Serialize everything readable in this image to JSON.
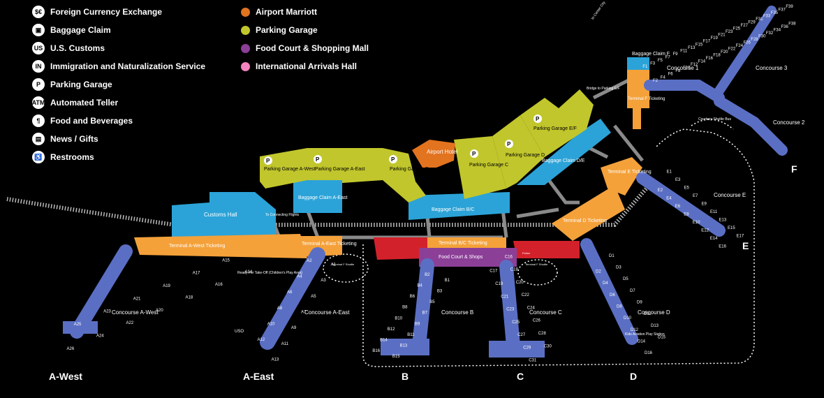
{
  "legend": {
    "items": [
      {
        "icon": "currency-exchange-icon",
        "glyph": "$€",
        "label": "Foreign Currency Exchange"
      },
      {
        "icon": "baggage-claim-icon",
        "glyph": "▣",
        "label": "Baggage Claim"
      },
      {
        "icon": "us-customs-icon",
        "glyph": "US",
        "label": "U.S. Customs"
      },
      {
        "icon": "immigration-icon",
        "glyph": "IN",
        "label": "Immigration and Naturalization Service"
      },
      {
        "icon": "parking-garage-icon",
        "glyph": "P",
        "label": "Parking Garage"
      },
      {
        "icon": "atm-icon",
        "glyph": "ATM",
        "label": "Automated Teller"
      },
      {
        "icon": "food-beverage-icon",
        "glyph": "¶",
        "label": "Food and Beverages"
      },
      {
        "icon": "news-gifts-icon",
        "glyph": "▤",
        "label": "News / Gifts"
      },
      {
        "icon": "restrooms-icon",
        "glyph": "♿",
        "label": "Restrooms"
      }
    ],
    "areas": [
      {
        "color": "#e2731f",
        "label": "Airport Marriott"
      },
      {
        "color": "#c1c62c",
        "label": "Parking Garage"
      },
      {
        "color": "#8b3f97",
        "label": "Food Court & Shopping Mall"
      },
      {
        "color": "#f384c0",
        "label": "International Arrivals Hall"
      }
    ]
  },
  "colors": {
    "terminal": "#f4a13a",
    "concourse": "#5a6fc4",
    "baggage": "#2ba3d8",
    "garage": "#c1c62c",
    "hotel": "#e2731f",
    "foodcourt": "#8b3f97",
    "ticketing_red": "#d3212b",
    "road": "#8a8a8a"
  },
  "map": {
    "to_center_city": "to Center City",
    "customs_hall": "Customs Hall",
    "connecting_flights": "To Connecting Flights",
    "airport_hotel": "Airport Hotel",
    "garage_a_west": "Parking Garage A-West",
    "garage_a_east": "Parking Garage A-East",
    "garage_b": "Parking Garage B",
    "garage_c": "Parking Garage C",
    "garage_d": "Parking Garage D",
    "garage_ef": "Parking Garage E/F",
    "baggage_a_east": "Baggage Claim A-East",
    "baggage_bc": "Baggage Claim B/C",
    "baggage_de": "Baggage Claim D/E",
    "baggage_f": "Baggage Claim F",
    "bridge_ef": "Bridge to Parking E/F",
    "terminal_a_west_ticketing": "Terminal A-West Ticketing",
    "terminal_a_east_ticketing": "Terminal A-East Ticketing",
    "terminal_bc_ticketing": "Terminal B/C Ticketing",
    "terminal_d_ticketing": "Terminal D Ticketing",
    "terminal_e_ticketing": "Terminal E Ticketing",
    "terminal_f_ticketing": "Terminal F Ticketing",
    "food_court": "Food Court & Shops",
    "police": "Police",
    "play_area": "Ready For Take-Off (Children's Play Area)",
    "uso": "USO",
    "kids_station": "Kids Aviation Play Station",
    "terminal_f_shuttle": "Terminal F Shuttle",
    "courtesy_shuttle": "Courtesy Shuttle Bus",
    "concourse_a_west": "Concourse A-West",
    "concourse_a_east": "Concourse A-East",
    "concourse_b": "Concourse B",
    "concourse_c": "Concourse C",
    "concourse_d": "Concourse D",
    "concourse_e": "Concourse E",
    "concourse_1": "Concourse 1",
    "concourse_2": "Concourse 2",
    "concourse_3": "Concourse 3",
    "sections": [
      "A-West",
      "A-East",
      "B",
      "C",
      "D",
      "E",
      "F"
    ]
  },
  "gates": {
    "a_west": [
      "A14",
      "A15",
      "A16",
      "A17",
      "A18",
      "A19",
      "A20",
      "A21",
      "A22",
      "A23",
      "A24",
      "A25",
      "A26"
    ],
    "a_east": [
      "A1",
      "A2",
      "A3",
      "A4",
      "A5",
      "A6",
      "A7",
      "A8",
      "A9",
      "A10",
      "A11",
      "A12",
      "A13"
    ],
    "b": [
      "B1",
      "B2",
      "B3",
      "B4",
      "B5",
      "B6",
      "B7",
      "B8",
      "B9",
      "B10",
      "B11",
      "B12",
      "B13",
      "B14",
      "B15",
      "B16"
    ],
    "c": [
      "C16",
      "C17",
      "C18",
      "C19",
      "C20",
      "C21",
      "C22",
      "C23",
      "C24",
      "C25",
      "C26",
      "C27",
      "C28",
      "C29",
      "C30",
      "C31"
    ],
    "d": [
      "D1",
      "D2",
      "D3",
      "D4",
      "D5",
      "D6",
      "D7",
      "D8",
      "D9",
      "D10",
      "D11",
      "D12",
      "D13",
      "D14",
      "D15",
      "D16"
    ],
    "e": [
      "E1",
      "E2",
      "E3",
      "E4",
      "E5",
      "E6",
      "E7",
      "E8",
      "E9",
      "E10",
      "E11",
      "E12",
      "E13",
      "E14",
      "E15",
      "E16",
      "E17"
    ],
    "f": [
      "F1",
      "F2",
      "F3",
      "F4",
      "F5",
      "F6",
      "F7",
      "F8",
      "F9",
      "F10",
      "F11",
      "F12",
      "F13",
      "F14",
      "F15",
      "F16",
      "F17",
      "F18",
      "F19",
      "F20",
      "F21",
      "F22",
      "F23",
      "F24",
      "F25",
      "F26",
      "F27",
      "F28",
      "F29",
      "F30",
      "F31",
      "F32",
      "F33",
      "F34",
      "F35",
      "F36",
      "F37",
      "F38",
      "F39"
    ]
  }
}
